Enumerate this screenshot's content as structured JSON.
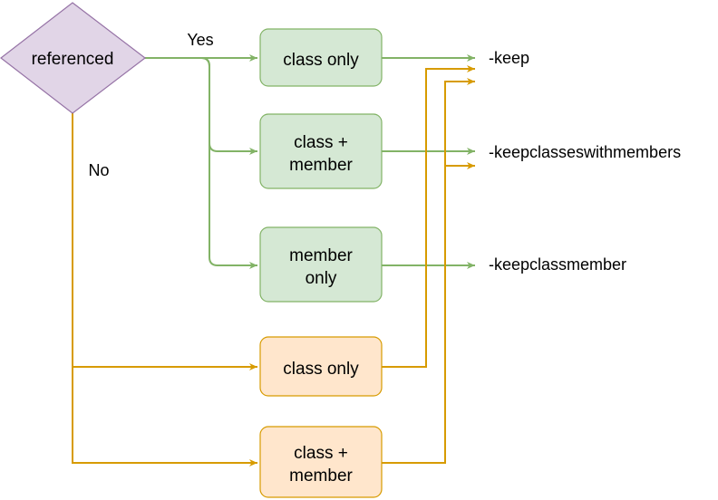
{
  "diagram": {
    "decision": {
      "label": "referenced",
      "fill": "#e1d5e7",
      "stroke": "#9673a6"
    },
    "edge_labels": {
      "yes": "Yes",
      "no": "No"
    },
    "boxes": {
      "green": [
        {
          "lines": [
            "class only"
          ]
        },
        {
          "lines": [
            "class +",
            "member"
          ]
        },
        {
          "lines": [
            "member",
            "only"
          ]
        }
      ],
      "orange": [
        {
          "lines": [
            "class only"
          ]
        },
        {
          "lines": [
            "class +",
            "member"
          ]
        }
      ]
    },
    "outputs": [
      "-keep",
      "-keepclasseswithmembers",
      "-keepclassmember"
    ],
    "colors": {
      "green_fill": "#d5e8d4",
      "green_stroke": "#82b366",
      "orange_fill": "#ffe6cc",
      "orange_stroke": "#d79b00"
    }
  }
}
